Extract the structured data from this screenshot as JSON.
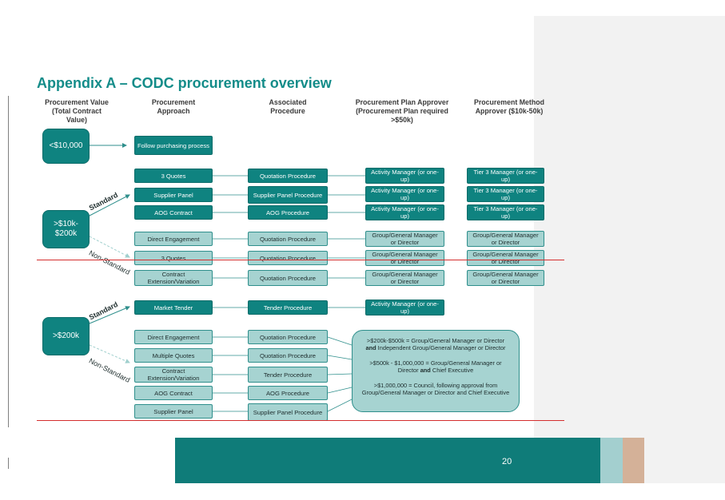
{
  "title": "Appendix A – CODC procurement overview",
  "headers": {
    "value": [
      "Procurement Value",
      "(Total Contract",
      "Value)"
    ],
    "approach": [
      "Procurement",
      "Approach"
    ],
    "procedure": [
      "Associated",
      "Procedure"
    ],
    "plan_approver": [
      "Procurement Plan Approver",
      "(Procurement Plan required",
      ">$50k)"
    ],
    "method_approver": [
      "Procurement Method",
      "Approver ($10k-50k)"
    ]
  },
  "values": {
    "low": "<$10,000",
    "mid": ">$10k-\n$200k",
    "high": ">$200k"
  },
  "branch_labels": {
    "standard": "Standard",
    "non_standard": "Non-Standard"
  },
  "low_tier": {
    "approach": "Follow purchasing process"
  },
  "mid_tier": {
    "approaches": [
      "3 Quotes",
      "Supplier Panel",
      "AOG Contract",
      "Direct Engagement",
      "3 Quotes",
      "Contract Extension/Variation"
    ],
    "procedures": [
      "Quotation Procedure",
      "Supplier Panel Procedure",
      "AOG Procedure",
      "Quotation Procedure",
      "Quotation Procedure",
      "Quotation Procedure"
    ],
    "plan_approvers": [
      "Activity Manager (or one-up)",
      "Activity Manager (or one-up)",
      "Activity Manager (or one-up)",
      "Group/General Manager or Director",
      "Group/General Manager or Director",
      "Group/General Manager or Director"
    ],
    "method_approvers": [
      "Tier 3 Manager (or one-up)",
      "Tier 3 Manager (or one-up)",
      "Tier 3 Manager (or one-up)",
      "Group/General Manager or Director",
      "Group/General Manager or Director",
      "Group/General Manager or Director"
    ]
  },
  "high_tier": {
    "approaches": [
      "Market Tender",
      "Direct Engagement",
      "Multiple Quotes",
      "Contract Extension/Variation",
      "AOG Contract",
      "Supplier Panel"
    ],
    "procedures": [
      "Tender Procedure",
      "Quotation Procedure",
      "Quotation Procedure",
      "Tender Procedure",
      "AOG Procedure",
      "Supplier Panel Procedure"
    ],
    "plan_approver": "Activity Manager (or one-up)"
  },
  "approval_note": {
    "line1_a": ">$200k-$500k = Group/General Manager or Director",
    "line1_bold": "and",
    "line1_b": " Independent Group/General Manager or Director",
    "line2_a": ">$500k - $1,000,000 = Group/General Manager or Director ",
    "line2_bold": "and",
    "line2_b": " Chief Executive",
    "line3": ">$1,000,000 = Council, following approval from Group/General Manager or Director and Chief Executive"
  },
  "page_number": "20",
  "colors": {
    "title": "#138c89",
    "dark_box": "#0f8380",
    "light_box": "#a6d3d1",
    "red_line": "#d42e2e",
    "footer": "#0f7c79"
  }
}
